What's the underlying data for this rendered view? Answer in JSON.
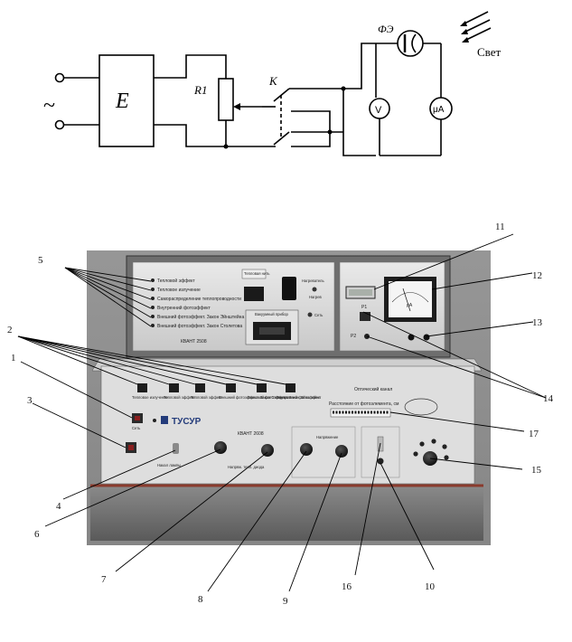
{
  "circuit": {
    "source_symbol": "~",
    "box_label": "E",
    "resistor_label": "R1",
    "switch_label": "K",
    "photocell_label": "ФЭ",
    "voltmeter_label": "V",
    "microammeter_label": "μA",
    "light_label": "Свет"
  },
  "device": {
    "top_panel_items": [
      "Тепловой эффект",
      "Тепловое излучение",
      "Самораспределение теплопроводности",
      "Внутренний фотоэффект",
      "Внешний фотоэффект. Закон Эйнштейна",
      "Внешний фотоэффект. Закон Столетова"
    ],
    "top_model": "КВАНТ 2508",
    "indicator_left": "Тепловая нить",
    "indicator_right": "Нагреватель",
    "indicator_lamp": "Нагрев",
    "vacuum_label": "Вакуумный прибор",
    "power_label": "Сеть",
    "meter_unit": "μA",
    "meter_p1": "P1",
    "meter_p2": "P2",
    "bottom_model": "КВАНТ 2608",
    "brand": "ТУСУР",
    "optical_label": "Оптический канал",
    "distance_label": "Расстояние от фотоэлемента, см",
    "mode_buttons": [
      "Тепловое излучение",
      "Тепловой эффект",
      "Тепловой эффект",
      "Внешний фотоэффект. Закон Столетова",
      "Внешний фотоэффект. Закон Эйнштейна",
      "Внутренний фотоэффект"
    ],
    "knob_labels": [
      "Накал лампы",
      "Напряж. тепл. диода",
      "Напряжение"
    ],
    "power_switch_label": "Сеть"
  },
  "callouts": [
    "1",
    "2",
    "3",
    "4",
    "5",
    "6",
    "7",
    "8",
    "9",
    "10",
    "11",
    "12",
    "13",
    "14",
    "15",
    "16",
    "17"
  ]
}
